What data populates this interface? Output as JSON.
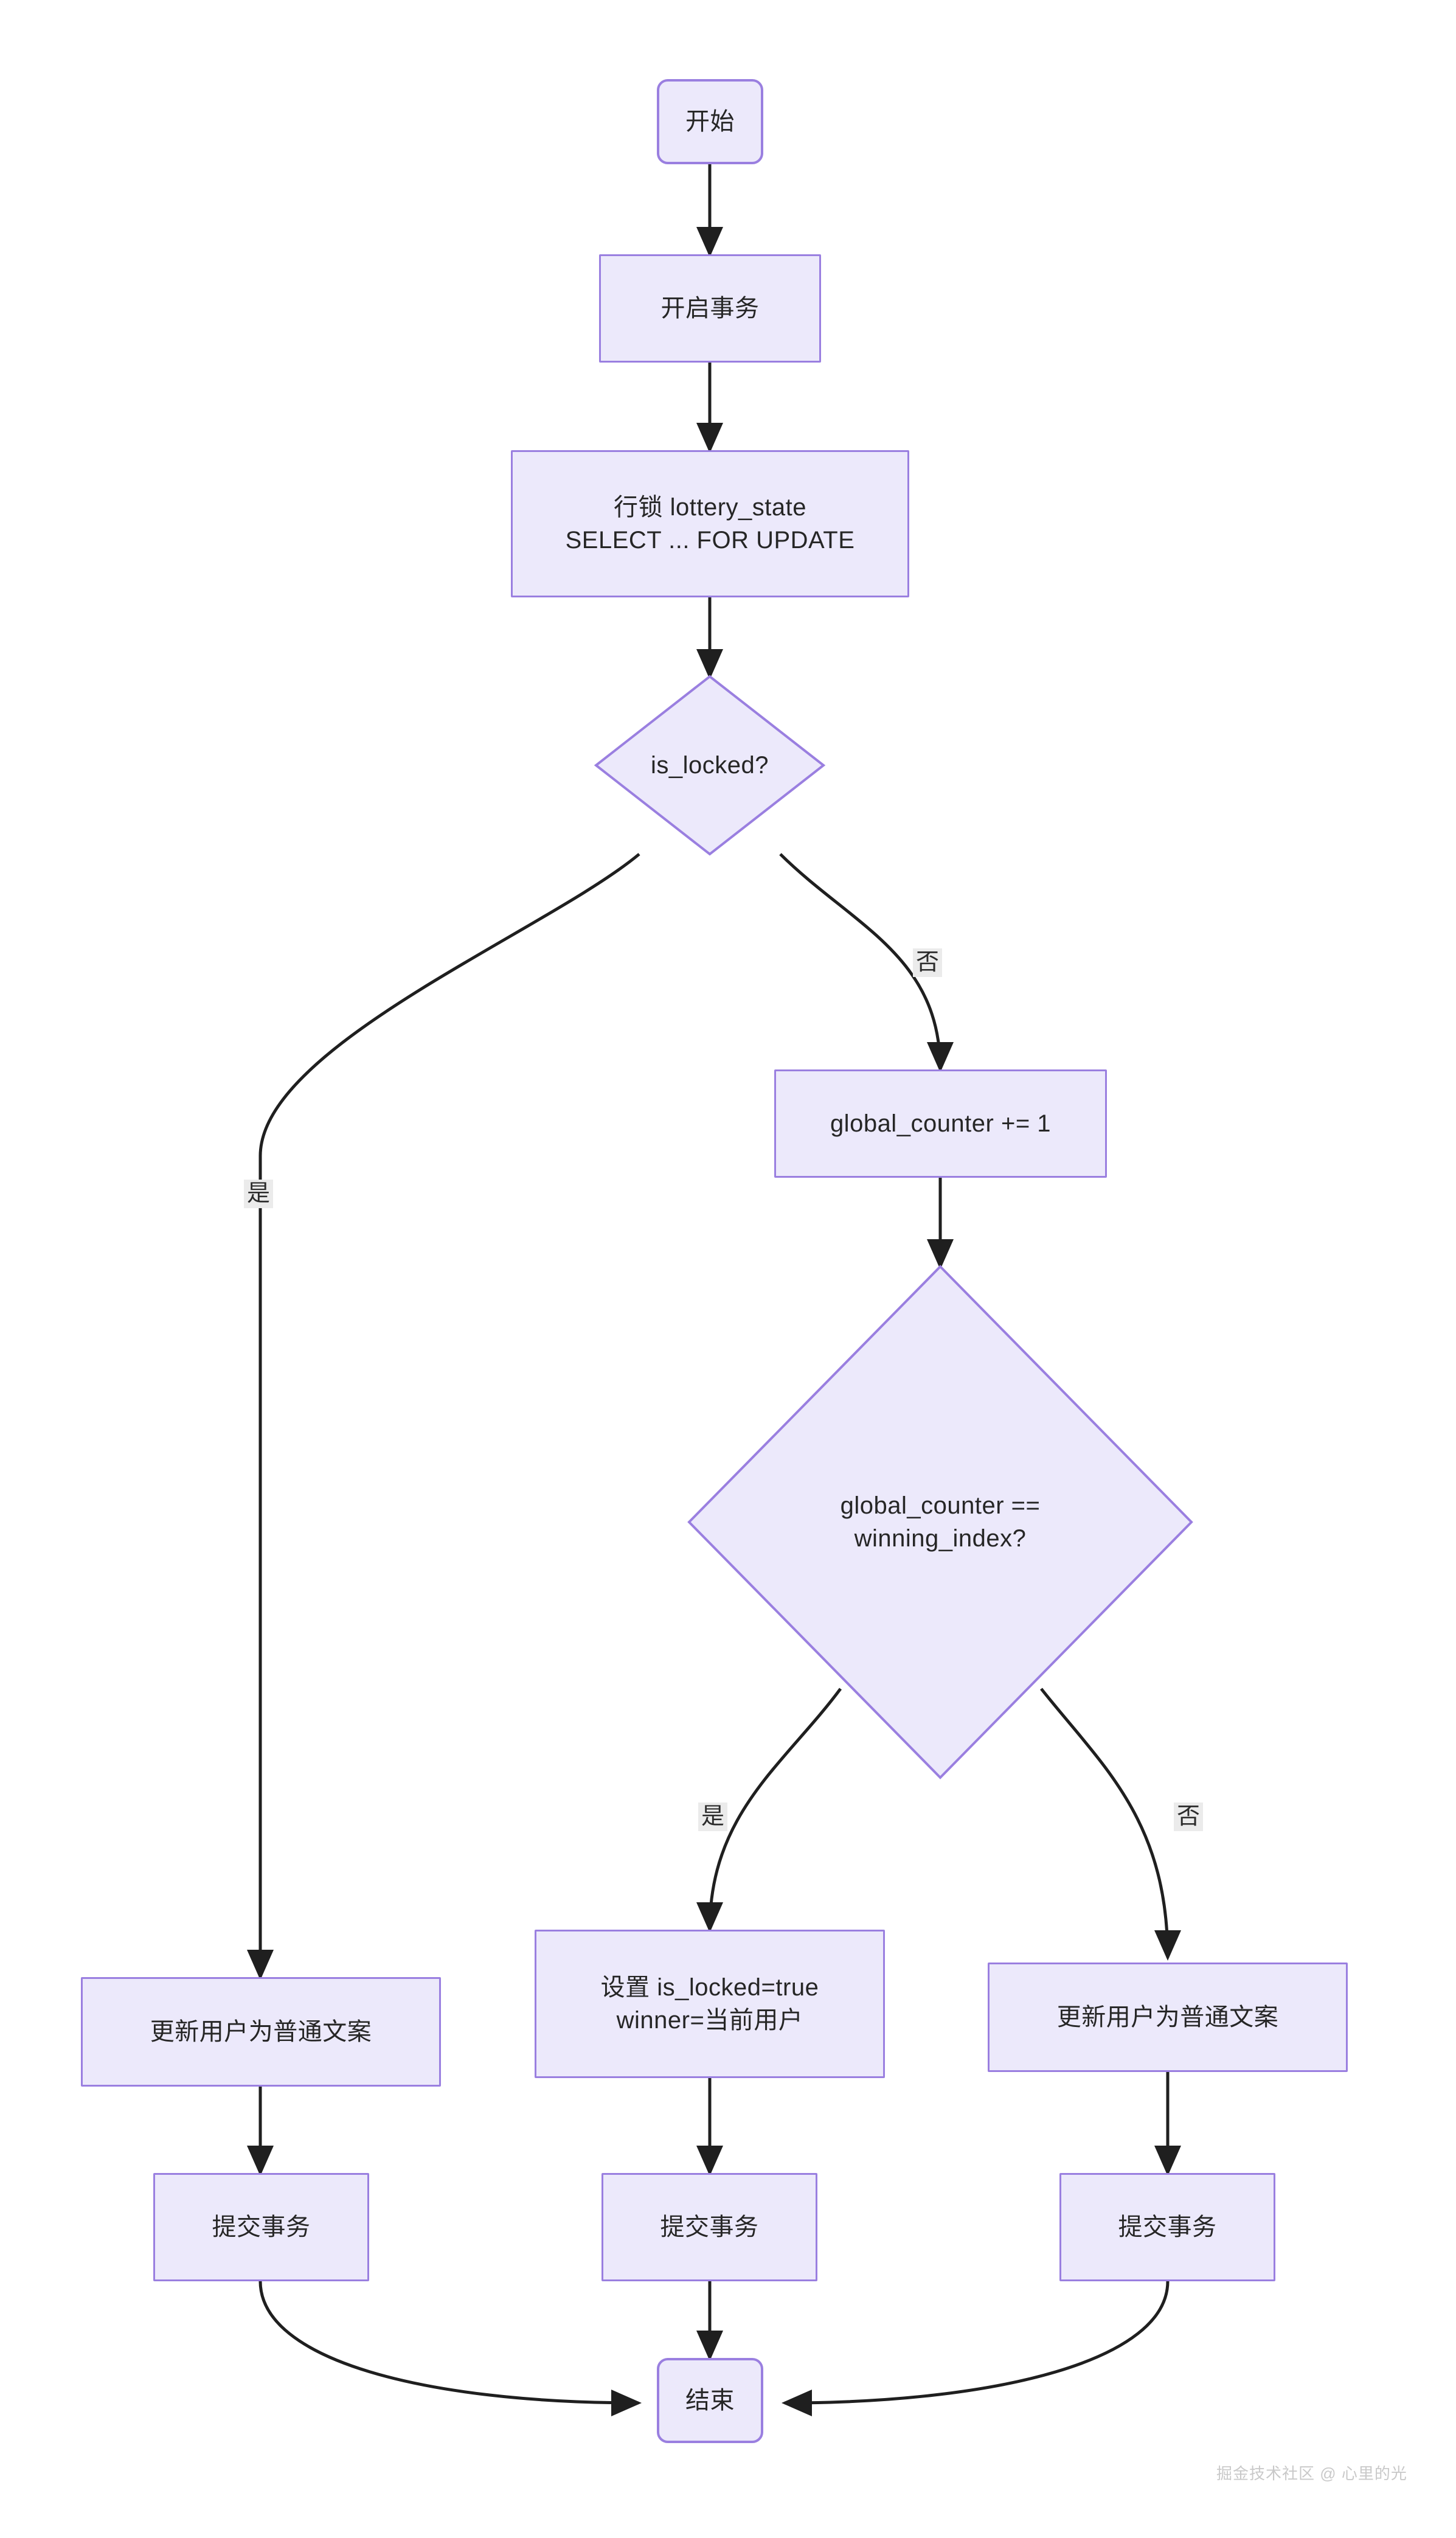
{
  "diagram": {
    "type": "flowchart",
    "direction": "top-down",
    "title": "",
    "theme": {
      "background": "#ffffff",
      "node_fill": "#ece9fb",
      "node_border": "#9a7fe0",
      "edge_color": "#1f1f1f",
      "text_color": "#262626",
      "edge_label_bg": "#ebebeb",
      "watermark_color": "#c9c9c9"
    },
    "nodes": [
      {
        "id": "start",
        "shape": "rounded-rect",
        "text": "开始"
      },
      {
        "id": "begin_tx",
        "shape": "rect",
        "text": "开启事务"
      },
      {
        "id": "row_lock",
        "shape": "rect",
        "text": "行锁 lottery_state\nSELECT ... FOR UPDATE"
      },
      {
        "id": "is_locked",
        "shape": "diamond",
        "text": "is_locked?"
      },
      {
        "id": "incr_counter",
        "shape": "rect",
        "text": "global_counter += 1"
      },
      {
        "id": "is_winner",
        "shape": "diamond",
        "text": "global_counter ==\nwinning_index?"
      },
      {
        "id": "update_left",
        "shape": "rect",
        "text": "更新用户为普通文案"
      },
      {
        "id": "set_winner",
        "shape": "rect",
        "text": "设置 is_locked=true\nwinner=当前用户"
      },
      {
        "id": "update_right",
        "shape": "rect",
        "text": "更新用户为普通文案"
      },
      {
        "id": "commit_left",
        "shape": "rect",
        "text": "提交事务"
      },
      {
        "id": "commit_mid",
        "shape": "rect",
        "text": "提交事务"
      },
      {
        "id": "commit_right",
        "shape": "rect",
        "text": "提交事务"
      },
      {
        "id": "end",
        "shape": "rounded-rect",
        "text": "结束"
      }
    ],
    "edges": [
      {
        "from": "start",
        "to": "begin_tx",
        "label": ""
      },
      {
        "from": "begin_tx",
        "to": "row_lock",
        "label": ""
      },
      {
        "from": "row_lock",
        "to": "is_locked",
        "label": ""
      },
      {
        "from": "is_locked",
        "to": "update_left",
        "label": "是"
      },
      {
        "from": "is_locked",
        "to": "incr_counter",
        "label": "否"
      },
      {
        "from": "incr_counter",
        "to": "is_winner",
        "label": ""
      },
      {
        "from": "is_winner",
        "to": "set_winner",
        "label": "是"
      },
      {
        "from": "is_winner",
        "to": "update_right",
        "label": "否"
      },
      {
        "from": "update_left",
        "to": "commit_left",
        "label": ""
      },
      {
        "from": "set_winner",
        "to": "commit_mid",
        "label": ""
      },
      {
        "from": "update_right",
        "to": "commit_right",
        "label": ""
      },
      {
        "from": "commit_left",
        "to": "end",
        "label": ""
      },
      {
        "from": "commit_mid",
        "to": "end",
        "label": ""
      },
      {
        "from": "commit_right",
        "to": "end",
        "label": ""
      }
    ],
    "edge_labels": {
      "is_locked_yes": "是",
      "is_locked_no": "否",
      "is_winner_yes": "是",
      "is_winner_no": "否"
    }
  },
  "watermark": {
    "text": "掘金技术社区 @ 心里的光"
  }
}
